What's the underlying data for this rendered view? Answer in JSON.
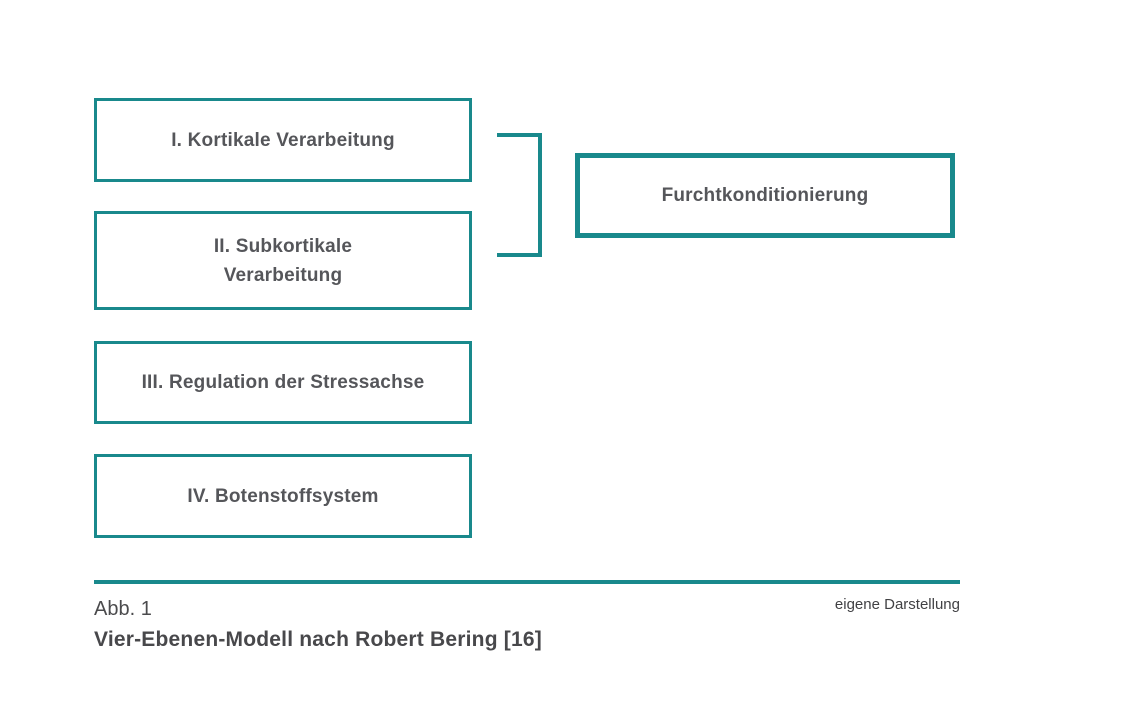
{
  "diagram": {
    "levels": [
      {
        "label": "I. Kortikale Verarbeitung"
      },
      {
        "label": "II. Subkortikale\nVerarbeitung"
      },
      {
        "label": "III. Regulation der Stressachse"
      },
      {
        "label": "IV. Botenstoffsystem"
      }
    ],
    "annotation": {
      "label": "Furchtkonditionierung"
    },
    "connector": "bracket-joining-levels-1-and-2"
  },
  "caption": {
    "figure_number": "Abb. 1",
    "title": "Vier-Ebenen-Modell nach Robert Bering [16]",
    "attribution": "eigene Darstellung"
  },
  "colors": {
    "accent_teal": "#19898c",
    "text_gray": "#55565a",
    "background": "#ffffff"
  }
}
